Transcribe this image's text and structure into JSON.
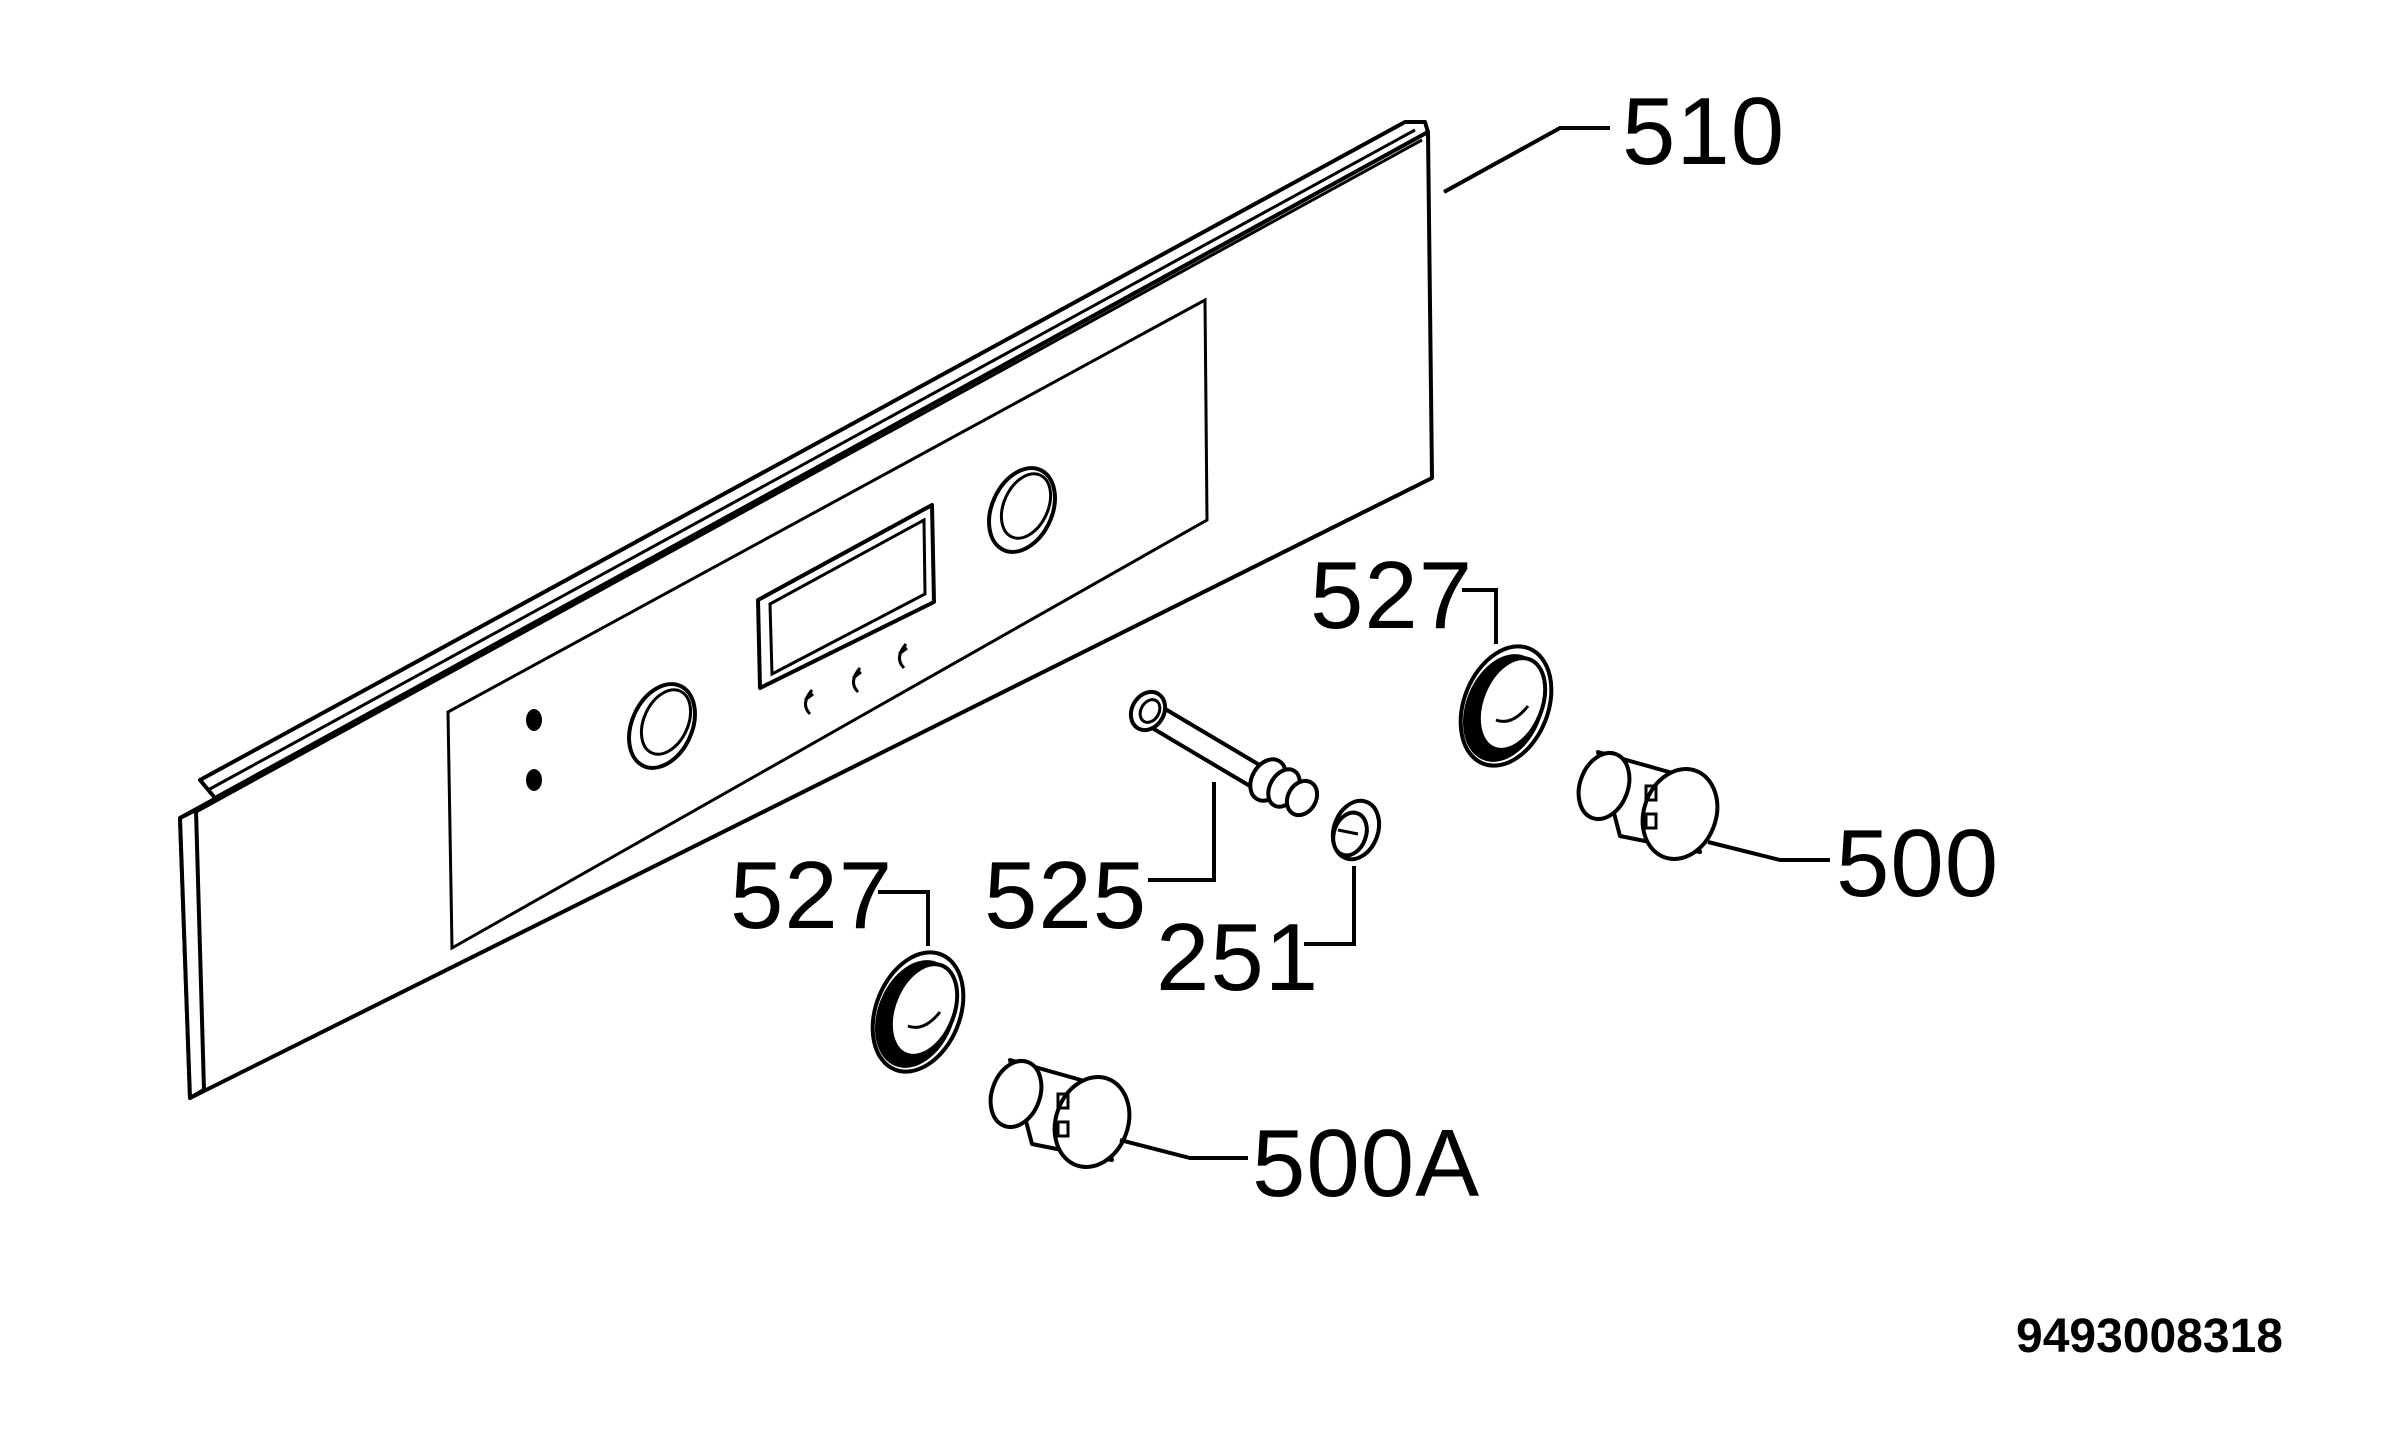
{
  "diagram": {
    "part_labels": {
      "panel": "510",
      "ring_upper": "527",
      "ring_lower": "527",
      "shaft": "525",
      "small_knob": "251",
      "knob_right": "500",
      "knob_left": "500A"
    },
    "drawing_number": "9493008318"
  }
}
